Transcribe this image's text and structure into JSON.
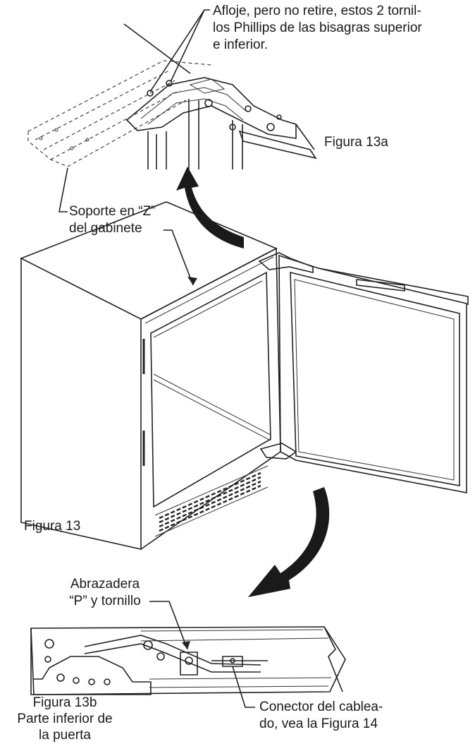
{
  "callouts": {
    "screws_line1": "Afloje, pero no retire, estos 2 tornil-",
    "screws_line2": "los Phillips de las bisagras superior",
    "screws_line3": "e inferior.",
    "fig13a": "Figura 13a",
    "zbracket_line1": "Soporte en “Z”",
    "zbracket_line2": "del gabinete",
    "fig13": "Figura 13",
    "pclamp_line1": "Abrazadera",
    "pclamp_line2": "“P” y tornillo",
    "connector_line1": "Conector del cablea-",
    "connector_line2": "do, vea la Figura 14",
    "fig13b_line1": "Figura 13b",
    "fig13b_line2": "Parte inferior de",
    "fig13b_line3": "la puerta"
  },
  "colors": {
    "ink": "#222222",
    "arrow": "#1a1a1a",
    "background": "#ffffff"
  }
}
